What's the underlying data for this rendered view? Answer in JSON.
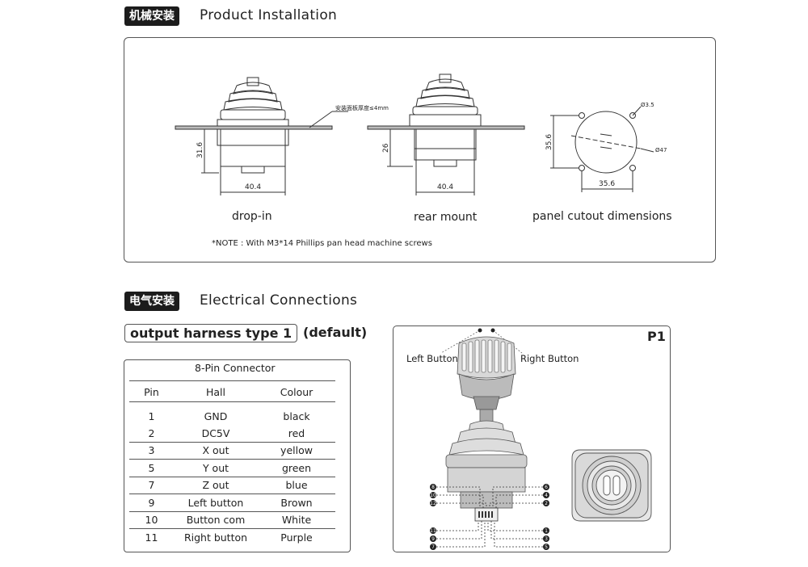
{
  "section1": {
    "tag": "机械安装",
    "title": "Product Installation",
    "captions": {
      "drop_in": "drop-in",
      "rear_mount": "rear mount",
      "panel_cutout": "panel cutout dimensions"
    },
    "dims": {
      "drop_in_height": "31.6",
      "drop_in_width": "40.4",
      "rear_height": "26",
      "rear_width": "40.4",
      "panel_height": "35.6",
      "panel_width": "35.6",
      "hole_dia": "Ø3.5",
      "center_dia": "Ø47",
      "thickness_note": "安装面板厚度≤4mm"
    },
    "note": "*NOTE : With M3*14 Phillips pan head machine screws"
  },
  "section2": {
    "tag": "电气安装",
    "title": "Electrical Connections",
    "harness_label": "output harness type 1",
    "harness_suffix": "(default)"
  },
  "connector_table": {
    "title": "8-Pin Connector",
    "headers": [
      "Pin",
      "Hall",
      "Colour"
    ],
    "rows": [
      {
        "pin": "1",
        "hall": "GND",
        "colour": "black"
      },
      {
        "pin": "2",
        "hall": "DC5V",
        "colour": "red"
      },
      {
        "pin": "3",
        "hall": "X out",
        "colour": "yellow"
      },
      {
        "pin": "5",
        "hall": "Y out",
        "colour": "green"
      },
      {
        "pin": "7",
        "hall": "Z out",
        "colour": "blue"
      },
      {
        "pin": "9",
        "hall": "Left button",
        "colour": "Brown"
      },
      {
        "pin": "10",
        "hall": "Button com",
        "colour": "White"
      },
      {
        "pin": "11",
        "hall": "Right button",
        "colour": "Purple"
      }
    ]
  },
  "p1_panel": {
    "label": "P1",
    "left_button": "Left Button",
    "right_button": "Right Button",
    "left_pins": [
      "8",
      "10",
      "12",
      "11",
      "9",
      "7"
    ],
    "right_pins": [
      "6",
      "4",
      "2",
      "1",
      "3",
      "5"
    ]
  }
}
